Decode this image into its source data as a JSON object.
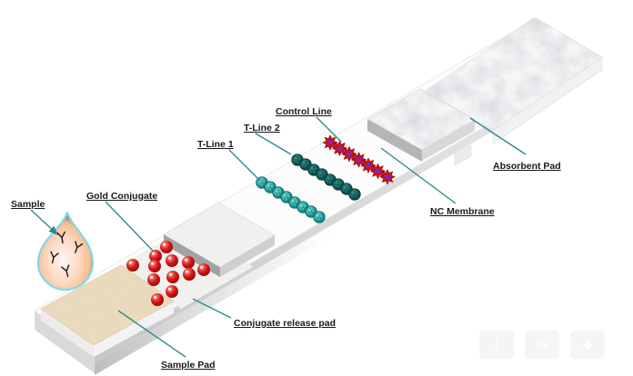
{
  "diagram": {
    "labels": {
      "sample": "Sample",
      "gold_conjugate": "Gold Conjugate",
      "sample_pad": "Sample Pad",
      "conjugate_release_pad": "Conjugate release pad",
      "t_line_1": "T-Line 1",
      "t_line_2": "T-Line 2",
      "control_line": "Control Line",
      "nc_membrane": "NC Membrane",
      "absorbent_pad": "Absorbent Pad"
    },
    "elements": {
      "gold_particle_count": 12,
      "t_line_1_bead_count": 8,
      "t_line_2_bead_count": 8,
      "control_line_unit_count": 7,
      "antibody_count": 4
    },
    "colors": {
      "leader_line": "#2e8b90",
      "label_text": "#1a1a1a",
      "gold_particle": "#c81414",
      "t_line_1_beads": "#18a2a0",
      "t_line_2_beads": "#0d5e5e",
      "control_line_star": "#d60f0f",
      "control_line_core": "#6a2fd0",
      "sample_pad_fill": "#e9d8ba",
      "drop_outline": "#7fd9e8"
    }
  },
  "watermark": {
    "icons": [
      {
        "name": "download-icon",
        "glyph": "↓"
      },
      {
        "name": "rotate-icon",
        "glyph": "⟳"
      },
      {
        "name": "move-icon",
        "glyph": "✚"
      }
    ]
  }
}
